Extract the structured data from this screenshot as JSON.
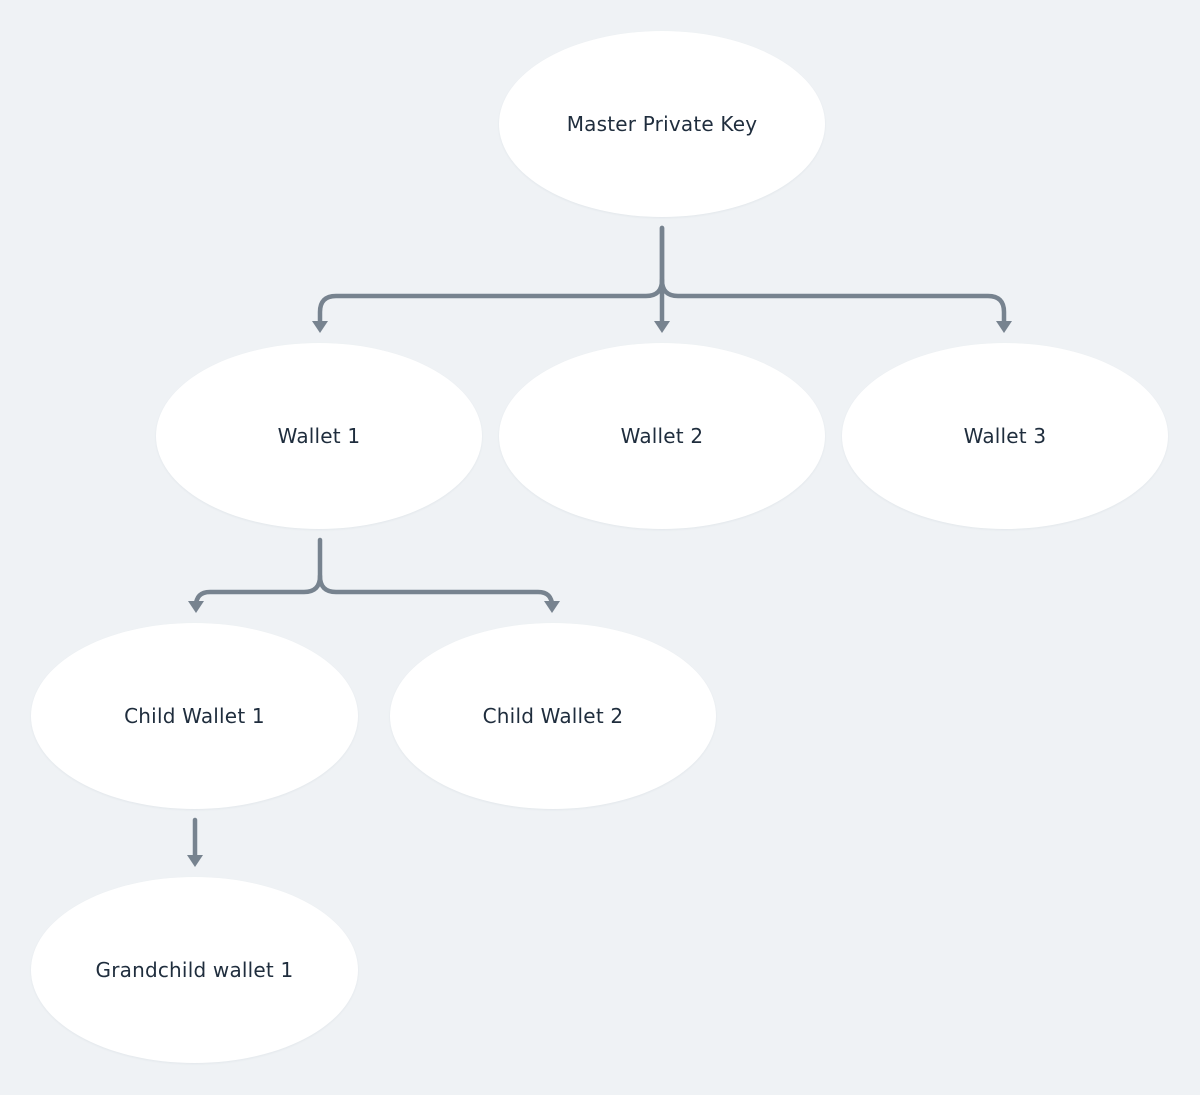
{
  "diagram": {
    "background": "#eff2f5",
    "node_fill": "#ffffff",
    "edge_color": "#77838f",
    "text_color": "#1f2d3d",
    "nodes": {
      "master": {
        "label": "Master Private Key"
      },
      "wallet1": {
        "label": "Wallet 1"
      },
      "wallet2": {
        "label": "Wallet 2"
      },
      "wallet3": {
        "label": "Wallet 3"
      },
      "child1": {
        "label": "Child Wallet 1"
      },
      "child2": {
        "label": "Child Wallet 2"
      },
      "grandchild1": {
        "label": "Grandchild wallet 1"
      }
    },
    "edges": [
      {
        "from": "master",
        "to": "wallet1"
      },
      {
        "from": "master",
        "to": "wallet2"
      },
      {
        "from": "master",
        "to": "wallet3"
      },
      {
        "from": "wallet1",
        "to": "child1"
      },
      {
        "from": "wallet1",
        "to": "child2"
      },
      {
        "from": "child1",
        "to": "grandchild1"
      }
    ]
  }
}
